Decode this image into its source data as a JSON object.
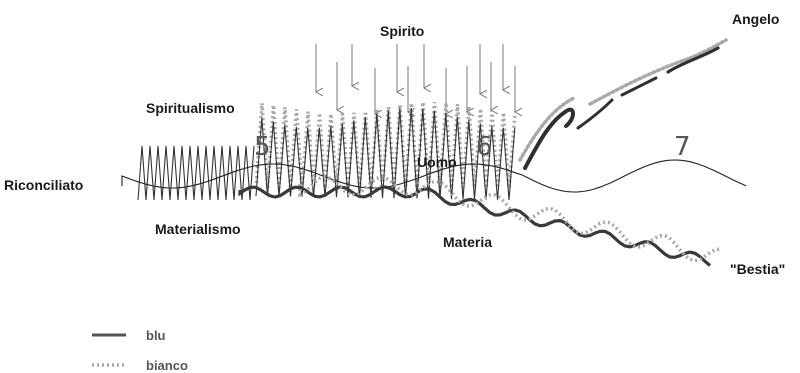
{
  "labels": {
    "spirito": "Spirito",
    "angelo": "Angelo",
    "spiritualismo": "Spiritualismo",
    "riconciliato": "Riconciliato",
    "materialismo": "Materialismo",
    "uomo": "Uomo",
    "materia": "Materia",
    "bestia": "\"Bestia\""
  },
  "stage_numbers": [
    "5",
    "6",
    "7"
  ],
  "legend": [
    {
      "label": "blu",
      "style": "solid"
    },
    {
      "label": "bianco",
      "style": "dotted"
    }
  ],
  "colors": {
    "blu": "#3a3a3a",
    "bianco": "#a8a8a8",
    "text": "#1a1a1a",
    "line": "#222222"
  }
}
